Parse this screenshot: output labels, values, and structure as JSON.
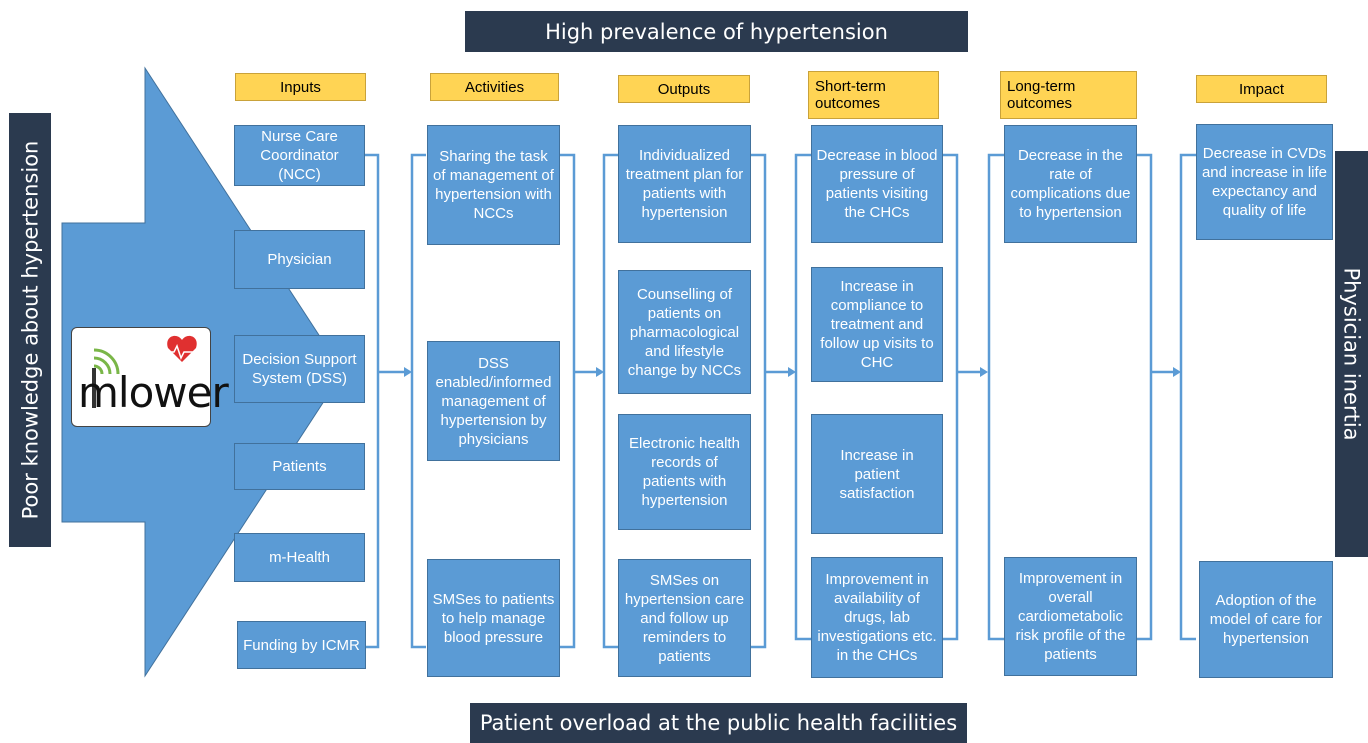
{
  "top_banner": "High prevalence of hypertension",
  "bottom_banner": "Patient overload at the public health facilities",
  "left_banner": "Poor knowledge about hypertension",
  "right_banner": "Physician inertia",
  "logo_text": "mlower",
  "headers": {
    "inputs": "Inputs",
    "activities": "Activities",
    "outputs": "Outputs",
    "short_term": "Short-term outcomes",
    "long_term": "Long-term outcomes",
    "impact": "Impact"
  },
  "inputs": [
    "Nurse Care Coordinator (NCC)",
    "Physician",
    "Decision Support System (DSS)",
    "Patients",
    "m-Health",
    "Funding by ICMR"
  ],
  "activities": [
    "Sharing the task of management of hypertension with NCCs",
    "DSS enabled/informed management of hypertension by physicians",
    "SMSes to patients to help manage blood pressure"
  ],
  "outputs": [
    "Individualized treatment plan for patients with hypertension",
    "Counselling of patients on pharmacological and lifestyle change by NCCs",
    "Electronic health records of patients with hypertension",
    "SMSes on hypertension care and follow up reminders to patients"
  ],
  "short_term": [
    "Decrease in blood pressure of patients visiting the CHCs",
    "Increase in compliance to treatment and follow up visits to CHC",
    "Increase in patient satisfaction",
    "Improvement in availability of drugs, lab investigations etc. in the CHCs"
  ],
  "long_term": [
    "Decrease in the rate of complications due to hypertension",
    "Improvement in overall cardiometabolic risk profile of the patients"
  ],
  "impact": [
    "Decrease in CVDs and increase in life expectancy and quality of life",
    "Adoption of the model of care for hypertension"
  ]
}
